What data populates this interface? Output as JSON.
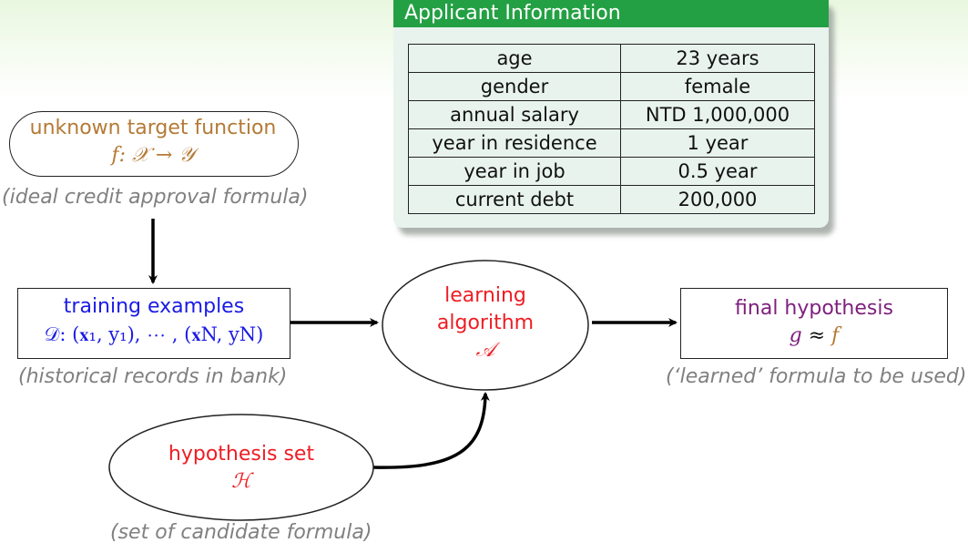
{
  "applicant": {
    "title": "Applicant Information",
    "rows": [
      {
        "key": "age",
        "value": "23 years"
      },
      {
        "key": "gender",
        "value": "female"
      },
      {
        "key": "annual salary",
        "value": "NTD 1,000,000"
      },
      {
        "key": "year in residence",
        "value": "1 year"
      },
      {
        "key": "year in job",
        "value": "0.5 year"
      },
      {
        "key": "current debt",
        "value": "200,000"
      }
    ]
  },
  "target": {
    "label": "unknown target function",
    "formula": "f: 𝒳 → 𝒴",
    "note": "(ideal credit approval formula)"
  },
  "training": {
    "label": "training examples",
    "formula": "𝒟: (𝐱₁, y₁), ⋯ , (𝐱N, yN)",
    "note": "(historical records in bank)"
  },
  "algorithm": {
    "line1": "learning",
    "line2": "algorithm",
    "symbol": "𝒜"
  },
  "final": {
    "label": "final hypothesis",
    "formula_g": "g",
    "formula_approx": " ≈ ",
    "formula_f": "f",
    "note": "(‘learned’ formula to be used)"
  },
  "hypothesis": {
    "label": "hypothesis set",
    "symbol": "ℋ",
    "note": "(set of candidate formula)"
  },
  "colors": {
    "header_green": "#23a043",
    "panel_bg": "#e8f3ee",
    "brown": "#b47a36",
    "blue": "#1a1ae6",
    "red": "#ee1d23",
    "purple": "#7d1f7d",
    "note_gray": "#808080"
  }
}
